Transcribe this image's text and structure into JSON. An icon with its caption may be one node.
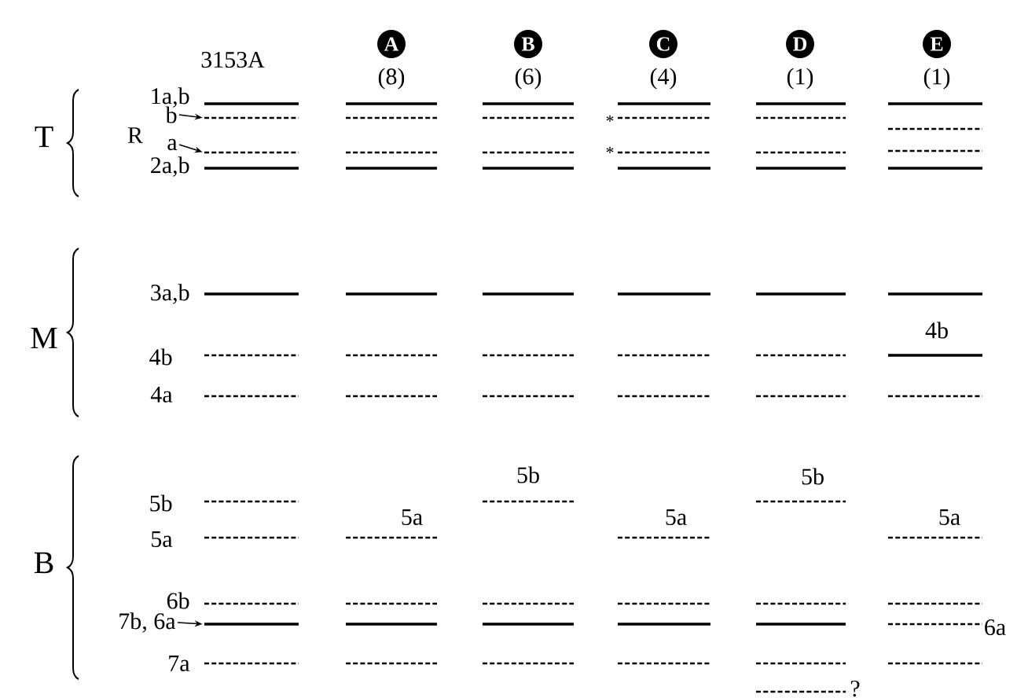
{
  "diagram": {
    "nodes": [
      {
        "text": [
          "A"
        ],
        "beside": [
          "(8)"
        ]
      },
      {
        "text": [
          "B"
        ],
        "beside": [
          "(6)"
        ]
      },
      {
        "text": [
          "C"
        ],
        "beside": [
          "(4)"
        ]
      },
      {
        "text": [
          "D"
        ],
        "beside": [
          "(1)"
        ]
      },
      {
        "text": [
          "E"
        ],
        "beside": [
          "(1)"
        ]
      },
      {
        "text": [
          "b"
        ]
      },
      {
        "text": [],
        "shape": "bar"
      },
      {
        "text": [
          "a"
        ]
      },
      {
        "text": [],
        "shape": "bar"
      },
      {
        "text": [
          "7b, 6a"
        ]
      },
      {
        "text": [],
        "shape": "bar"
      }
    ],
    "edges": [
      {
        "from": 5,
        "to": 6,
        "arrow": "to"
      },
      {
        "from": 7,
        "to": 8,
        "arrow": "to"
      },
      {
        "from": 9,
        "to": 10,
        "arrow": "to"
      }
    ],
    "labels": [
      "3153A",
      "T",
      "1a,b",
      "R",
      "2a,b",
      "*",
      "*",
      "M",
      "3a,b",
      "4b",
      "4a",
      "4b",
      "B",
      "5b",
      "5b",
      "5b",
      "5a",
      "5a",
      "5a",
      "5a",
      "6b",
      "6a",
      "7a",
      "?"
    ]
  }
}
